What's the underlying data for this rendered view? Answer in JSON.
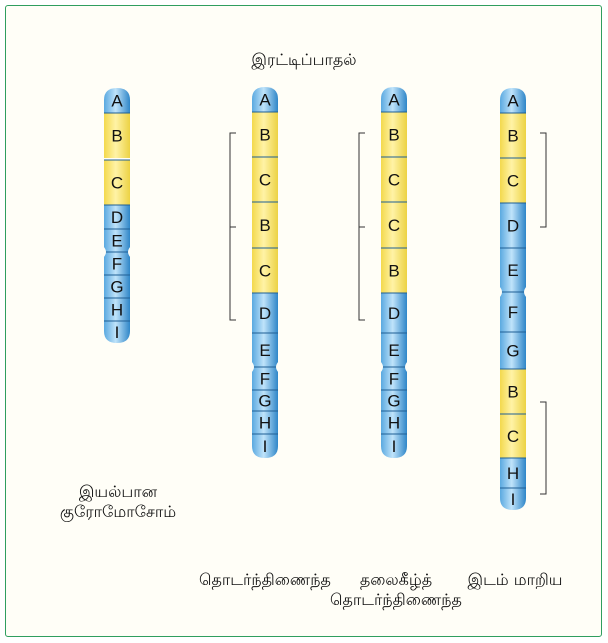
{
  "title": "இரட்டிப்பாதல்",
  "chromosomes": [
    {
      "id": "normal",
      "caption_lines": [
        "இயல்பான",
        "குரோமோசோம்"
      ],
      "segments": [
        "A",
        "B",
        "C",
        "D",
        "E",
        "F",
        "G",
        "H",
        "I"
      ],
      "highlighted": [
        "B",
        "C"
      ]
    },
    {
      "id": "tandem-duplication",
      "caption_lines": [
        "தொடர்ந்திணைந்த"
      ],
      "segments": [
        "A",
        "B",
        "C",
        "B",
        "C",
        "D",
        "E",
        "F",
        "G",
        "H",
        "I"
      ],
      "highlighted": [
        "B",
        "C",
        "B",
        "C"
      ]
    },
    {
      "id": "reverse-tandem-duplication",
      "caption_lines": [
        "தலைகீழ்த்",
        "தொடர்ந்திணைந்த"
      ],
      "segments": [
        "A",
        "B",
        "C",
        "C",
        "B",
        "D",
        "E",
        "F",
        "G",
        "H",
        "I"
      ],
      "highlighted": [
        "B",
        "C",
        "C",
        "B"
      ]
    },
    {
      "id": "displaced-duplication",
      "caption_lines": [
        "இடம் மாறிய"
      ],
      "segments": [
        "A",
        "B",
        "C",
        "D",
        "E",
        "F",
        "G",
        "B",
        "C",
        "H",
        "I"
      ],
      "highlighted": [
        "B",
        "C",
        "B",
        "C"
      ]
    }
  ],
  "colors": {
    "blue": "#3d9ad8",
    "blue_light": "#9fd2f3",
    "yellow": "#f6e26a",
    "frame": "#2f9e5e",
    "text": "#111111"
  }
}
